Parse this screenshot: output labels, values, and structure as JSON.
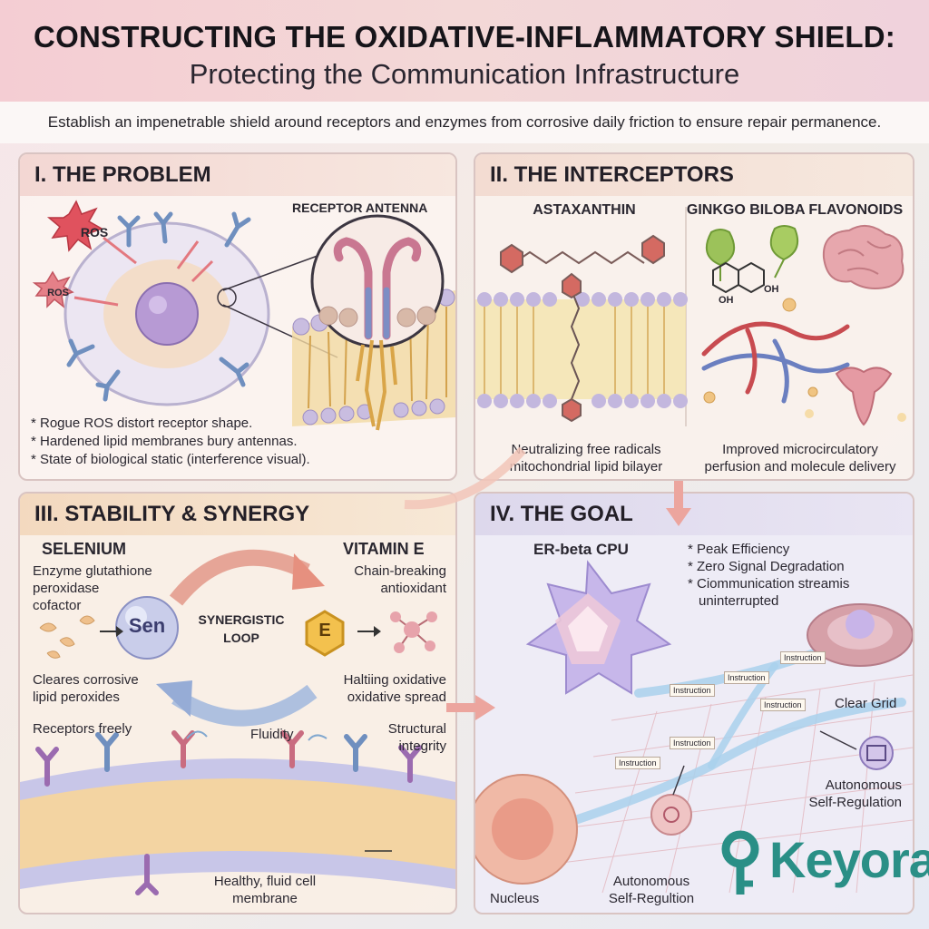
{
  "header": {
    "title": "CONSTRUCTING THE OXIDATIVE-INFLAMMATORY SHIELD:",
    "subtitle": "Protecting the Communication Infrastructure",
    "intro": "Establish an impenetrable shield around receptors and enzymes from corrosive daily friction to ensure repair permanence."
  },
  "panel1": {
    "heading": "I.  THE PROBLEM",
    "ros_large": "ROS",
    "ros_small": "ROS",
    "antenna_label": "RECEPTOR ANTENNA",
    "bullets": [
      "* Rogue ROS distort receptor shape.",
      "* Hardened lipid membranes bury antennas.",
      "* State of biological static (interference visual)."
    ]
  },
  "panel2": {
    "heading": "II.  THE INTERCEPTORS",
    "left_title": "ASTAXANTHIN",
    "right_title": "GINKGO BILOBA FLAVONOIDS",
    "oh1": "OH",
    "oh2": "OH",
    "left_caption": [
      "Neutralizing free radicals",
      "mitochondrial lipid bilayer"
    ],
    "right_caption": [
      "Improved microcirculatory",
      "perfusion and molecule delivery"
    ]
  },
  "panel3": {
    "heading": "III. STABILITY & SYNERGY",
    "selenium_title": "SELENIUM",
    "selenium_desc": [
      "Enzyme glutathione",
      "peroxidase",
      "cofactor"
    ],
    "vitamin_title": "VITAMIN E",
    "vitamin_desc": [
      "Chain-breaking",
      "antioxidant"
    ],
    "sen_label": "Sen",
    "e_label": "E",
    "loop_label": [
      "SYNERGISTIC",
      "LOOP"
    ],
    "left_result": [
      "Cleares corrosive",
      "lipid peroxides"
    ],
    "right_result": [
      "Haltiing oxidative",
      "oxidative spread"
    ],
    "receptors_label": "Receptors freely",
    "fluidity_label": "Fluidity",
    "structural_label": [
      "Structural",
      "integrity"
    ],
    "membrane_label": [
      "Healthy, fluid cell",
      "membrane"
    ]
  },
  "panel4": {
    "heading": "IV. THE GOAL",
    "cpu_label": "ER-beta CPU",
    "bullets": [
      "* Peak Efficiency",
      "* Zero Signal Degradation",
      "* Ciommunication streamis",
      "uninterrupted"
    ],
    "clear_grid": "Clear Grid",
    "autonomous_right": [
      "Autonomous",
      "Self-Regulation"
    ],
    "autonomous_bottom": [
      "Autonomous",
      "Self-Regultion"
    ],
    "nucleus": "Nucleus",
    "stream_tags": [
      "Instruction",
      "Instruction",
      "Instruction",
      "Instruction",
      "Instruction",
      "Instruction"
    ]
  },
  "logo": {
    "text": "Keyora",
    "color": "#2a8f86"
  },
  "colors": {
    "ros": "#e0525e",
    "receptor": "#6f8fbf",
    "membrane": "#e8c07a",
    "accent_teal": "#2a8f86"
  }
}
